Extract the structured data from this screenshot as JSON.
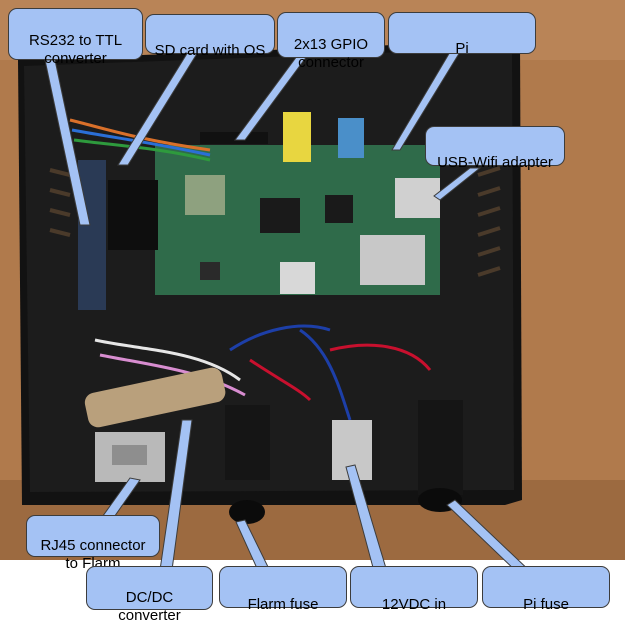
{
  "labels": {
    "rs232": "RS232 to TTL\nconverter",
    "sdcard": "SD card with OS",
    "gpio": "2x13 GPIO\nconnector",
    "pi": "Pi",
    "usb_wifi": "USB-Wifi adapter",
    "rj45": "RJ45 connector\nto Flarm",
    "dcdc": "DC/DC\nconverter",
    "flarm_fuse": "Flarm fuse",
    "vdc_in": "12VDC in",
    "pi_fuse": "Pi fuse"
  },
  "colors": {
    "callout_fill": "#a4c2f4",
    "callout_border": "#3c3c3c",
    "case": "#121212",
    "board": "#2f6b4a"
  }
}
